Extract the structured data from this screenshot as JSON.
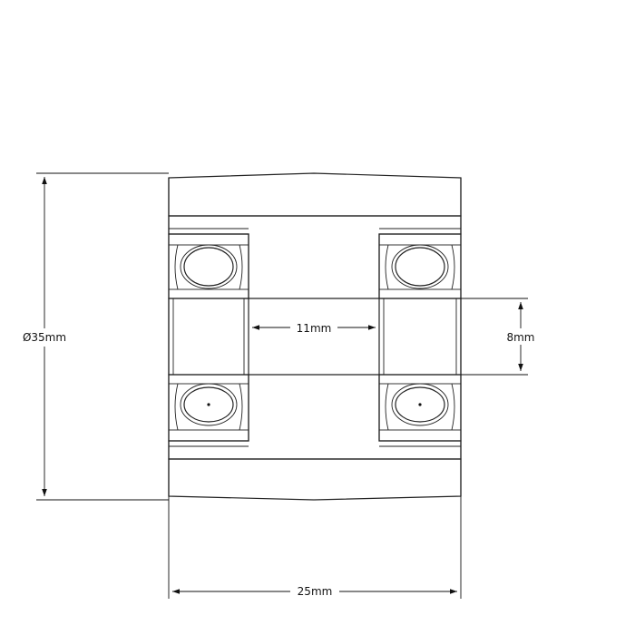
{
  "drawing": {
    "title": "",
    "dimensions": {
      "outer_diameter": "Ø35mm",
      "width": "25mm",
      "spacer_length": "11mm",
      "bore": "8mm"
    },
    "colors": {
      "line": "#222222",
      "hatch": "#333333",
      "background": "#ffffff"
    }
  }
}
